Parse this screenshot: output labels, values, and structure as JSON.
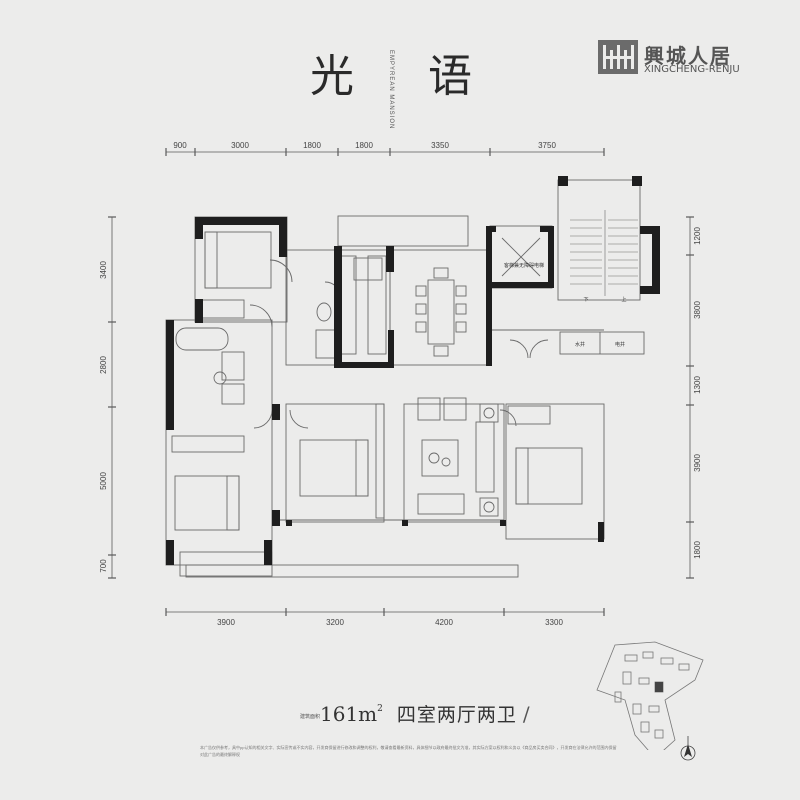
{
  "header": {
    "project_name": "光 语",
    "project_name_en": "EMPYREAN MANSION",
    "brand_cn": "興城人居",
    "brand_en": "XINGCHENG-RENJU"
  },
  "dimensions": {
    "top": [
      "900",
      "3000",
      "1800",
      "1800",
      "3350",
      "3750"
    ],
    "bottom": [
      "3900",
      "3200",
      "4200",
      "3300"
    ],
    "left": [
      "3400",
      "2800",
      "5000",
      "700"
    ],
    "right": [
      "1200",
      "3800",
      "1300",
      "3900",
      "1800"
    ]
  },
  "room_labels": {
    "elevator": "客梯兼无障碍电梯",
    "water_shaft": "水井",
    "electric_shaft": "电井",
    "stair_down": "下",
    "stair_up": "上"
  },
  "unit": {
    "area_prefix": "建筑面积",
    "area_value": "161m",
    "area_sup": "2",
    "layout": "四室两厅两卫",
    "slash": "/"
  },
  "disclaimer": "本广告仅供参考，具中pp认知的相关文字、实际宣传或不实内容，开发商保留进行修改和调整的权利，敬请查看最新资料，具体细节以政府最终批文为准，其实际方案以权利和义务以《商品房买卖合同》，开发商在法律允许的范围内保留对此广告的最终解释权",
  "colors": {
    "background": "#ececeb",
    "wall": "#1e1e1e",
    "line": "#5a5a5a"
  },
  "icons": [
    "compass-icon",
    "site-plan-icon",
    "logo-icon"
  ]
}
